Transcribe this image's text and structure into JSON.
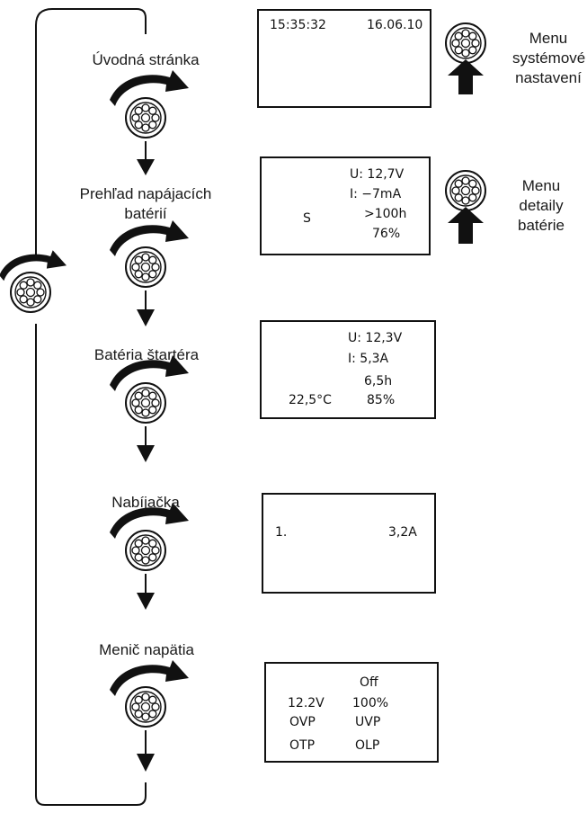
{
  "steps": [
    {
      "label": "Úvodná stránka"
    },
    {
      "label": "Prehľad napájacích batérií"
    },
    {
      "label": "Batéria štartéra"
    },
    {
      "label": "Nabíjačka"
    },
    {
      "label": "Menič napätia"
    }
  ],
  "side_menus": [
    {
      "label": "Menu systémové nastavení"
    },
    {
      "label": "Menu detaily batérie"
    }
  ],
  "screens": {
    "home": {
      "time": "15:35:32",
      "date": "16.06.10"
    },
    "service_battery": {
      "voltage": "U: 12,7V",
      "current": "I:  −7mA",
      "remaining_time": ">100h",
      "charge": "76%",
      "source_tag": "S"
    },
    "starter_battery": {
      "voltage": "U: 12,3V",
      "current": "I:   5,3A",
      "remaining_time": "6,5h",
      "temperature": "22,5°C",
      "charge": "85%"
    },
    "charger": {
      "prefix": "1.",
      "current": "3,2A"
    },
    "inverter": {
      "state": "Off",
      "voltage": "12.2V",
      "load": "100%",
      "ovp": "OVP",
      "uvp": "UVP",
      "otp": "OTP",
      "olp": "OLP"
    }
  },
  "icons": [
    "rotary-knob-icon",
    "rotate-clockwise-arrow-icon",
    "down-arrow-icon",
    "up-arrow-icon",
    "battery-icon",
    "alarm-off-bell-icon",
    "camper-van-icon",
    "truck-icon",
    "clock-icon",
    "charge-level-icon",
    "thermometer-icon",
    "plug-icon",
    "fan-icon",
    "back-arrow-icon",
    "sine-wave-icon",
    "indicator-led-icon"
  ],
  "colors": {
    "line": "#111111",
    "background": "#ffffff"
  }
}
